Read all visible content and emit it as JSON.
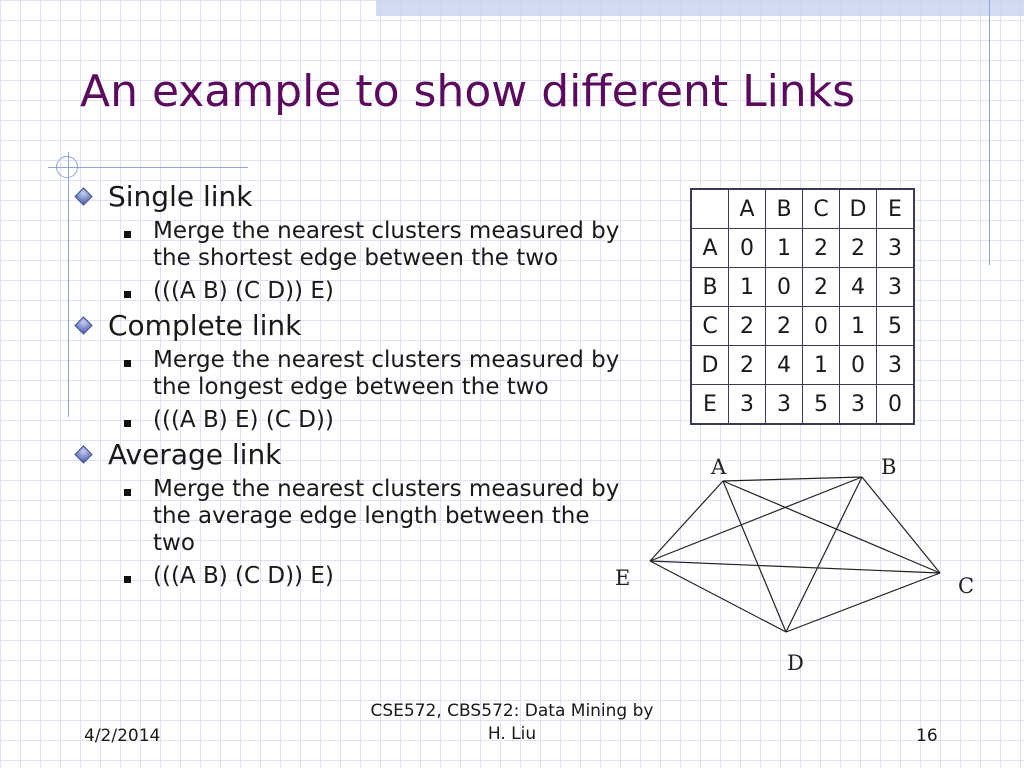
{
  "slide": {
    "title": "An example to show different Links",
    "bullets": [
      {
        "label": "Single link",
        "subs": [
          "Merge the nearest clusters measured by the shortest edge between the two",
          "(((A B) (C D)) E)"
        ]
      },
      {
        "label": "Complete link",
        "subs": [
          "Merge the nearest clusters measured by the longest edge between the two",
          "(((A B) E) (C D))"
        ]
      },
      {
        "label": "Average link",
        "subs": [
          "Merge the nearest clusters measured by the average edge length between the two",
          "(((A B) (C D)) E)"
        ]
      }
    ]
  },
  "table": {
    "headers": [
      "",
      "A",
      "B",
      "C",
      "D",
      "E"
    ],
    "rows": [
      [
        "A",
        "0",
        "1",
        "2",
        "2",
        "3"
      ],
      [
        "B",
        "1",
        "0",
        "2",
        "4",
        "3"
      ],
      [
        "C",
        "2",
        "2",
        "0",
        "1",
        "5"
      ],
      [
        "D",
        "2",
        "4",
        "1",
        "0",
        "3"
      ],
      [
        "E",
        "3",
        "3",
        "5",
        "3",
        "0"
      ]
    ]
  },
  "graph": {
    "nodes": [
      "A",
      "B",
      "C",
      "D",
      "E"
    ],
    "edges": [
      [
        "A",
        "B"
      ],
      [
        "A",
        "C"
      ],
      [
        "A",
        "D"
      ],
      [
        "A",
        "E"
      ],
      [
        "B",
        "C"
      ],
      [
        "B",
        "D"
      ],
      [
        "B",
        "E"
      ],
      [
        "C",
        "D"
      ],
      [
        "C",
        "E"
      ],
      [
        "D",
        "E"
      ]
    ]
  },
  "footer": {
    "date": "4/2/2014",
    "center_line1": "CSE572, CBS572: Data Mining by",
    "center_line2": "H. Liu",
    "page": "16"
  },
  "colors": {
    "title": "#5c0a5e",
    "grid": "#dde3f2",
    "accent": "#8fa3d6"
  }
}
